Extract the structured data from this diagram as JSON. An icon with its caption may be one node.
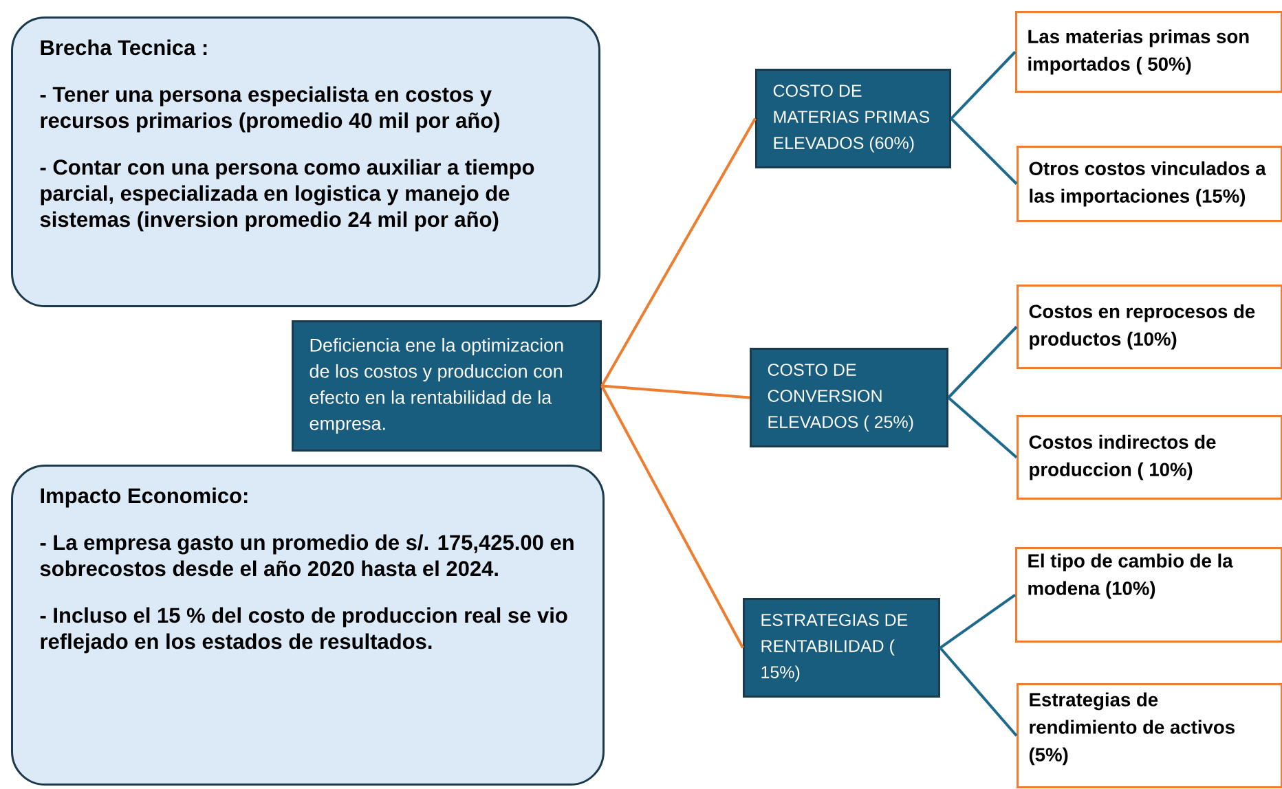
{
  "diagram": {
    "nodes": [
      {
        "text": [
          "Brecha Tecnica :",
          "- Tener una persona especialista en costos y recursos primarios (promedio 40 mil por año)",
          "- Contar con una persona como auxiliar a tiempo parcial,  especializada en logistica y  manejo de sistemas (inversion promedio 24 mil por año)"
        ]
      },
      {
        "text": [
          "Deficiencia ene la optimizacion de los costos y produccion con  efecto en la rentabilidad de la empresa."
        ]
      },
      {
        "text": [
          "Impacto Economico:",
          "- La  empresa gasto un promedio de s/. 175,425.00 en sobrecostos  desde el año 2020 hasta el 2024.",
          "- Incluso el 15 % del costo de produccion real se vio reflejado en los estados de resultados."
        ]
      },
      {
        "text": [
          "COSTO DE MATERIAS PRIMAS ELEVADOS (60%)"
        ]
      },
      {
        "text": [
          "COSTO  DE CONVERSION ELEVADOS ( 25%)"
        ]
      },
      {
        "text": [
          "ESTRATEGIAS DE RENTABILIDAD ( 15%)"
        ]
      },
      {
        "text": [
          "Las materias primas son importados ( 50%)"
        ]
      },
      {
        "text": [
          "Otros costos vinculados a las importaciones  (15%)"
        ]
      },
      {
        "text": [
          "Costos en  reprocesos de productos (10%)"
        ]
      },
      {
        "text": [
          "Costos indirectos de produccion ( 10%)"
        ]
      },
      {
        "text": [
          "El tipo de cambio de la modena (10%)"
        ]
      },
      {
        "text": [
          "Estrategias de rendimiento de activos (5%)"
        ]
      }
    ],
    "edges": [
      {
        "from": 1,
        "to": 3,
        "arrow": "none",
        "color": "#ed7d31"
      },
      {
        "from": 1,
        "to": 4,
        "arrow": "none",
        "color": "#ed7d31"
      },
      {
        "from": 1,
        "to": 5,
        "arrow": "none",
        "color": "#ed7d31"
      },
      {
        "from": 3,
        "to": 6,
        "arrow": "none"
      },
      {
        "from": 3,
        "to": 7,
        "arrow": "none"
      },
      {
        "from": 4,
        "to": 8,
        "arrow": "none"
      },
      {
        "from": 4,
        "to": 9,
        "arrow": "none"
      },
      {
        "from": 5,
        "to": 10,
        "arrow": "none"
      },
      {
        "from": 5,
        "to": 11,
        "arrow": "none"
      }
    ]
  }
}
